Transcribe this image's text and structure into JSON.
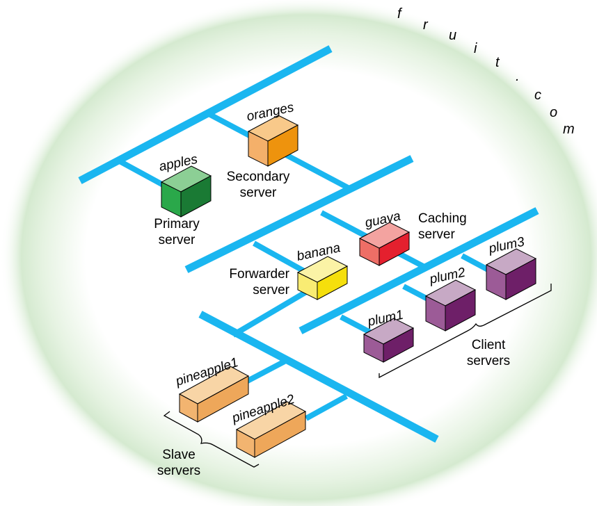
{
  "domain_name": "fruit.com",
  "domain_letters": [
    "f",
    "r",
    "u",
    "i",
    "t",
    ".",
    "c",
    "o",
    "m"
  ],
  "colors": {
    "network": "#1ab6f0",
    "halo": "#dcefd8",
    "primary": "#2aa84a",
    "secondary": "#f0960e",
    "caching": "#e8303a",
    "forwarder": "#f6e20e",
    "client": "#7e2a78",
    "slave": "#f2ad5e"
  },
  "servers": {
    "apples": "apples",
    "oranges": "oranges",
    "guava": "guava",
    "banana": "banana",
    "plum1": "plum1",
    "plum2": "plum2",
    "plum3": "plum3",
    "pineapple1": "pineapple1",
    "pineapple2": "pineapple2"
  },
  "roles": {
    "primary": [
      "Primary",
      "server"
    ],
    "secondary": [
      "Secondary",
      "server"
    ],
    "caching": [
      "Caching",
      "server"
    ],
    "forwarder": [
      "Forwarder",
      "server"
    ],
    "client": [
      "Client",
      "servers"
    ],
    "slave": [
      "Slave",
      "servers"
    ]
  }
}
